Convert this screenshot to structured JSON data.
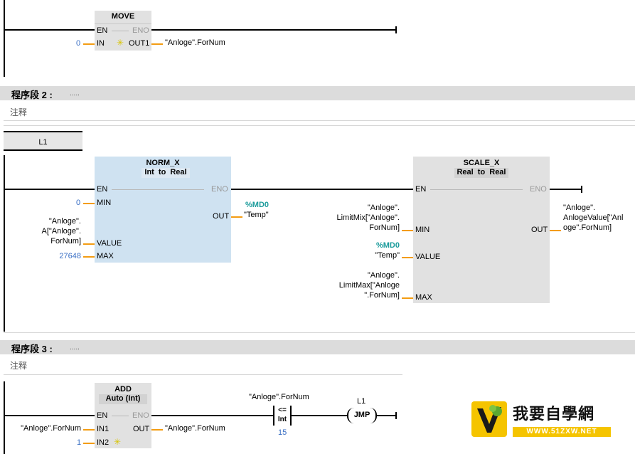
{
  "network1": {
    "move": {
      "title": "MOVE",
      "en": "EN",
      "eno": "ENO",
      "in": "IN",
      "out1": "OUT1"
    },
    "in_value": "0",
    "out1_value": "\"Anloge\".ForNum"
  },
  "network2": {
    "header_title": "程序段 2 :",
    "header_dots": ".....",
    "comment": "注释",
    "label": "L1",
    "norm": {
      "title": "NORM_X",
      "from": "Int",
      "to": "to",
      "type2": "Real",
      "en": "EN",
      "eno": "ENO",
      "min": "MIN",
      "value": "VALUE",
      "max": "MAX",
      "out": "OUT"
    },
    "norm_min": "0",
    "norm_value_lines": [
      "\"Anloge\".",
      "A[\"Anloge\".",
      "ForNum]"
    ],
    "norm_max": "27648",
    "norm_out_addr": "%MD0",
    "norm_out_name": "\"Temp\"",
    "scale": {
      "title": "SCALE_X",
      "from": "Real",
      "to": "to",
      "type2": "Real",
      "en": "EN",
      "eno": "ENO",
      "min": "MIN",
      "value": "VALUE",
      "max": "MAX",
      "out": "OUT"
    },
    "scale_min_lines": [
      "\"Anloge\".",
      "LimitMix[\"Anloge\".",
      "ForNum]"
    ],
    "scale_value_addr": "%MD0",
    "scale_value_name": "\"Temp\"",
    "scale_max_lines": [
      "\"Anloge\".",
      "LimitMax[\"Anloge",
      "\".ForNum]"
    ],
    "scale_out_lines": [
      "\"Anloge\".",
      "AnlogeValue[\"Anl",
      "oge\".ForNum]"
    ]
  },
  "network3": {
    "header_title": "程序段 3 :",
    "header_dots": ".....",
    "comment": "注释",
    "add": {
      "title": "ADD",
      "type": "Auto (Int)",
      "en": "EN",
      "eno": "ENO",
      "in1": "IN1",
      "in2": "IN2",
      "out": "OUT"
    },
    "in1_value": "\"Anloge\".ForNum",
    "in2_value": "1",
    "out_value": "\"Anloge\".ForNum",
    "cmp_operand": "\"Anloge\".ForNum",
    "cmp_op": "<=",
    "cmp_type": "Int",
    "cmp_value": "15",
    "jmp_label": "L1",
    "jmp": "JMP"
  },
  "watermark": {
    "text": "我要自學網",
    "url": "WWW.51ZXW.NET"
  },
  "colors": {
    "box_gray": "#e1e1e1",
    "box_blue": "#cfe2f1",
    "pin_stub": "#f39c12",
    "teal": "#1c9c9c",
    "literal_blue": "#3a6fc4"
  }
}
